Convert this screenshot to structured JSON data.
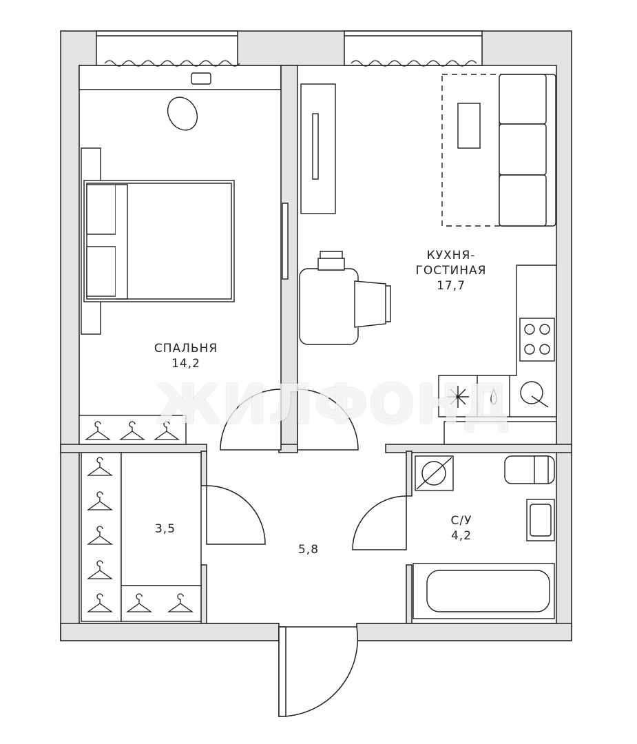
{
  "rooms": {
    "bedroom": {
      "name": "СПАЛЬНЯ",
      "area": "14,2"
    },
    "kitchen": {
      "name_line1": "КУХНЯ-",
      "name_line2": "ГОСТИНАЯ",
      "area": "17,7"
    },
    "wardrobe": {
      "area": "3,5"
    },
    "hall": {
      "area": "5,8"
    },
    "bathroom": {
      "name": "С/У",
      "area": "4,2"
    }
  },
  "watermark": "ЖИЛФОНД",
  "colors": {
    "wall": "#e4e4e4",
    "line": "#1e1e1e"
  }
}
